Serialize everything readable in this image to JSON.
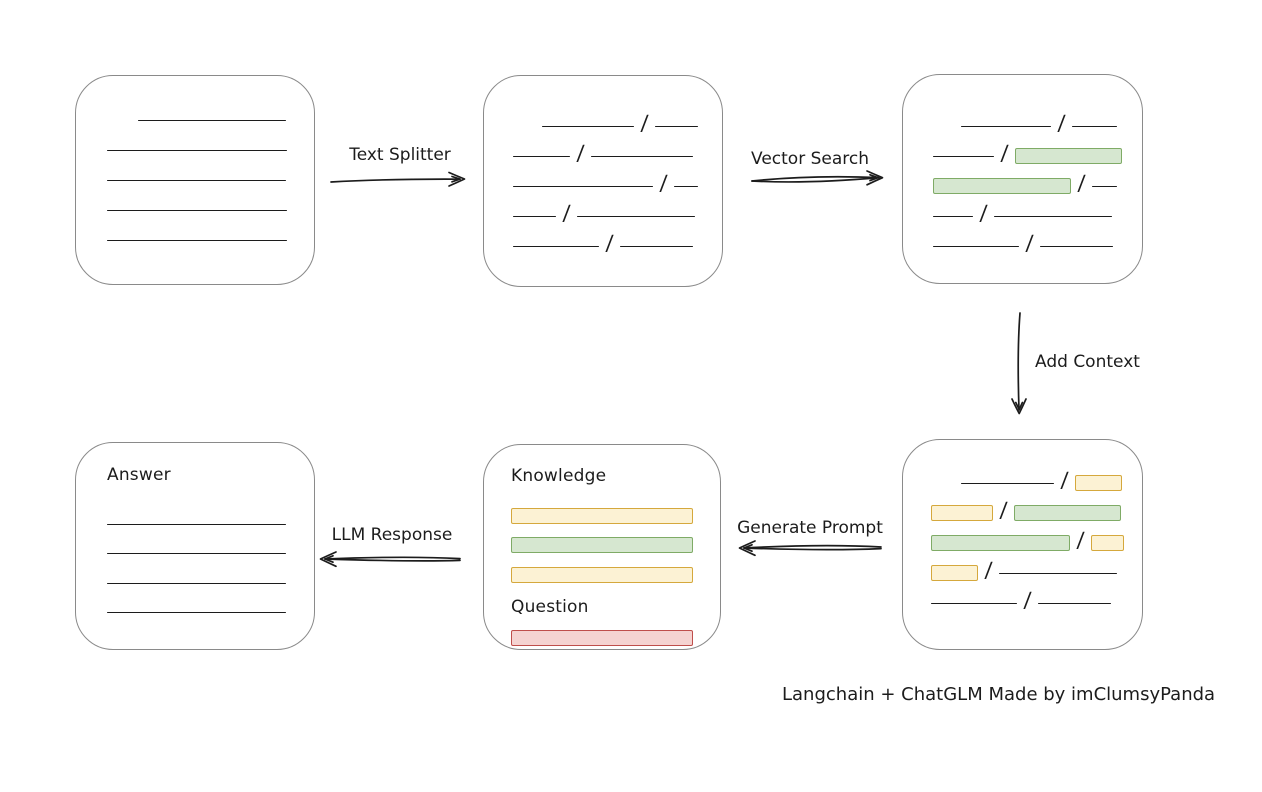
{
  "caption": "Langchain + ChatGLM Made by imClumsyPanda",
  "colors": {
    "ink": "#1c1c1c",
    "box_border": "#8a8a8a",
    "green_fill": "#d6e7d0",
    "green_border": "#7fab66",
    "yellow_fill": "#fcf2d4",
    "yellow_border": "#d5a83c",
    "red_fill": "#f5d3d1",
    "red_border": "#bf4e4b"
  },
  "arrows": {
    "text_splitter": {
      "label": "Text Splitter"
    },
    "vector_search": {
      "label": "Vector Search"
    },
    "add_context": {
      "label": "Add Context"
    },
    "generate_prompt": {
      "label": "Generate Prompt"
    },
    "llm_response": {
      "label": "LLM Response"
    }
  },
  "nodes": {
    "document": {
      "rows": [
        [
          {
            "t": "line",
            "w": 148,
            "ml": 31
          }
        ],
        [
          {
            "t": "line",
            "w": 180
          }
        ],
        [
          {
            "t": "line",
            "w": 179
          }
        ],
        [
          {
            "t": "line",
            "w": 180
          }
        ],
        [
          {
            "t": "line",
            "w": 180
          }
        ]
      ]
    },
    "split_text": {
      "rows": [
        [
          {
            "t": "line",
            "w": 92,
            "ml": 29
          },
          {
            "t": "slash"
          },
          {
            "t": "line",
            "w": 43
          }
        ],
        [
          {
            "t": "line",
            "w": 57
          },
          {
            "t": "slash"
          },
          {
            "t": "line",
            "w": 102
          }
        ],
        [
          {
            "t": "line",
            "w": 140
          },
          {
            "t": "slash"
          },
          {
            "t": "line",
            "w": 24
          }
        ],
        [
          {
            "t": "line",
            "w": 43
          },
          {
            "t": "slash"
          },
          {
            "t": "line",
            "w": 118
          }
        ],
        [
          {
            "t": "line",
            "w": 86
          },
          {
            "t": "slash"
          },
          {
            "t": "line",
            "w": 73
          }
        ]
      ]
    },
    "vector_matches": {
      "rows": [
        [
          {
            "t": "line",
            "w": 90,
            "ml": 28
          },
          {
            "t": "slash"
          },
          {
            "t": "line",
            "w": 45
          }
        ],
        [
          {
            "t": "line",
            "w": 61
          },
          {
            "t": "slash"
          },
          {
            "t": "green",
            "w": 107
          }
        ],
        [
          {
            "t": "green",
            "w": 138
          },
          {
            "t": "slash"
          },
          {
            "t": "line",
            "w": 25
          }
        ],
        [
          {
            "t": "line",
            "w": 40
          },
          {
            "t": "slash"
          },
          {
            "t": "line",
            "w": 118
          }
        ],
        [
          {
            "t": "line",
            "w": 86
          },
          {
            "t": "slash"
          },
          {
            "t": "line",
            "w": 73
          }
        ]
      ]
    },
    "context_chunks": {
      "rows": [
        [
          {
            "t": "line",
            "w": 93,
            "ml": 30
          },
          {
            "t": "slash"
          },
          {
            "t": "yellow",
            "w": 47
          }
        ],
        [
          {
            "t": "yellow",
            "w": 62
          },
          {
            "t": "slash"
          },
          {
            "t": "green",
            "w": 107
          }
        ],
        [
          {
            "t": "green",
            "w": 139
          },
          {
            "t": "slash"
          },
          {
            "t": "yellow",
            "w": 33
          }
        ],
        [
          {
            "t": "yellow",
            "w": 47
          },
          {
            "t": "slash"
          },
          {
            "t": "line",
            "w": 118
          }
        ],
        [
          {
            "t": "line",
            "w": 86
          },
          {
            "t": "slash"
          },
          {
            "t": "line",
            "w": 73
          }
        ]
      ]
    },
    "prompt": {
      "knowledge_label": "Knowledge",
      "question_label": "Question",
      "knowledge_bars": [
        [
          {
            "t": "yellow",
            "w": 182
          }
        ],
        [
          {
            "t": "green",
            "w": 182
          }
        ],
        [
          {
            "t": "yellow",
            "w": 182
          }
        ]
      ],
      "question_bars": [
        [
          {
            "t": "red",
            "w": 182
          }
        ]
      ]
    },
    "answer": {
      "label": "Answer",
      "rows": [
        [
          {
            "t": "line",
            "w": 179
          }
        ],
        [
          {
            "t": "line",
            "w": 179
          }
        ],
        [
          {
            "t": "line",
            "w": 179
          }
        ],
        [
          {
            "t": "line",
            "w": 179
          }
        ]
      ]
    }
  }
}
